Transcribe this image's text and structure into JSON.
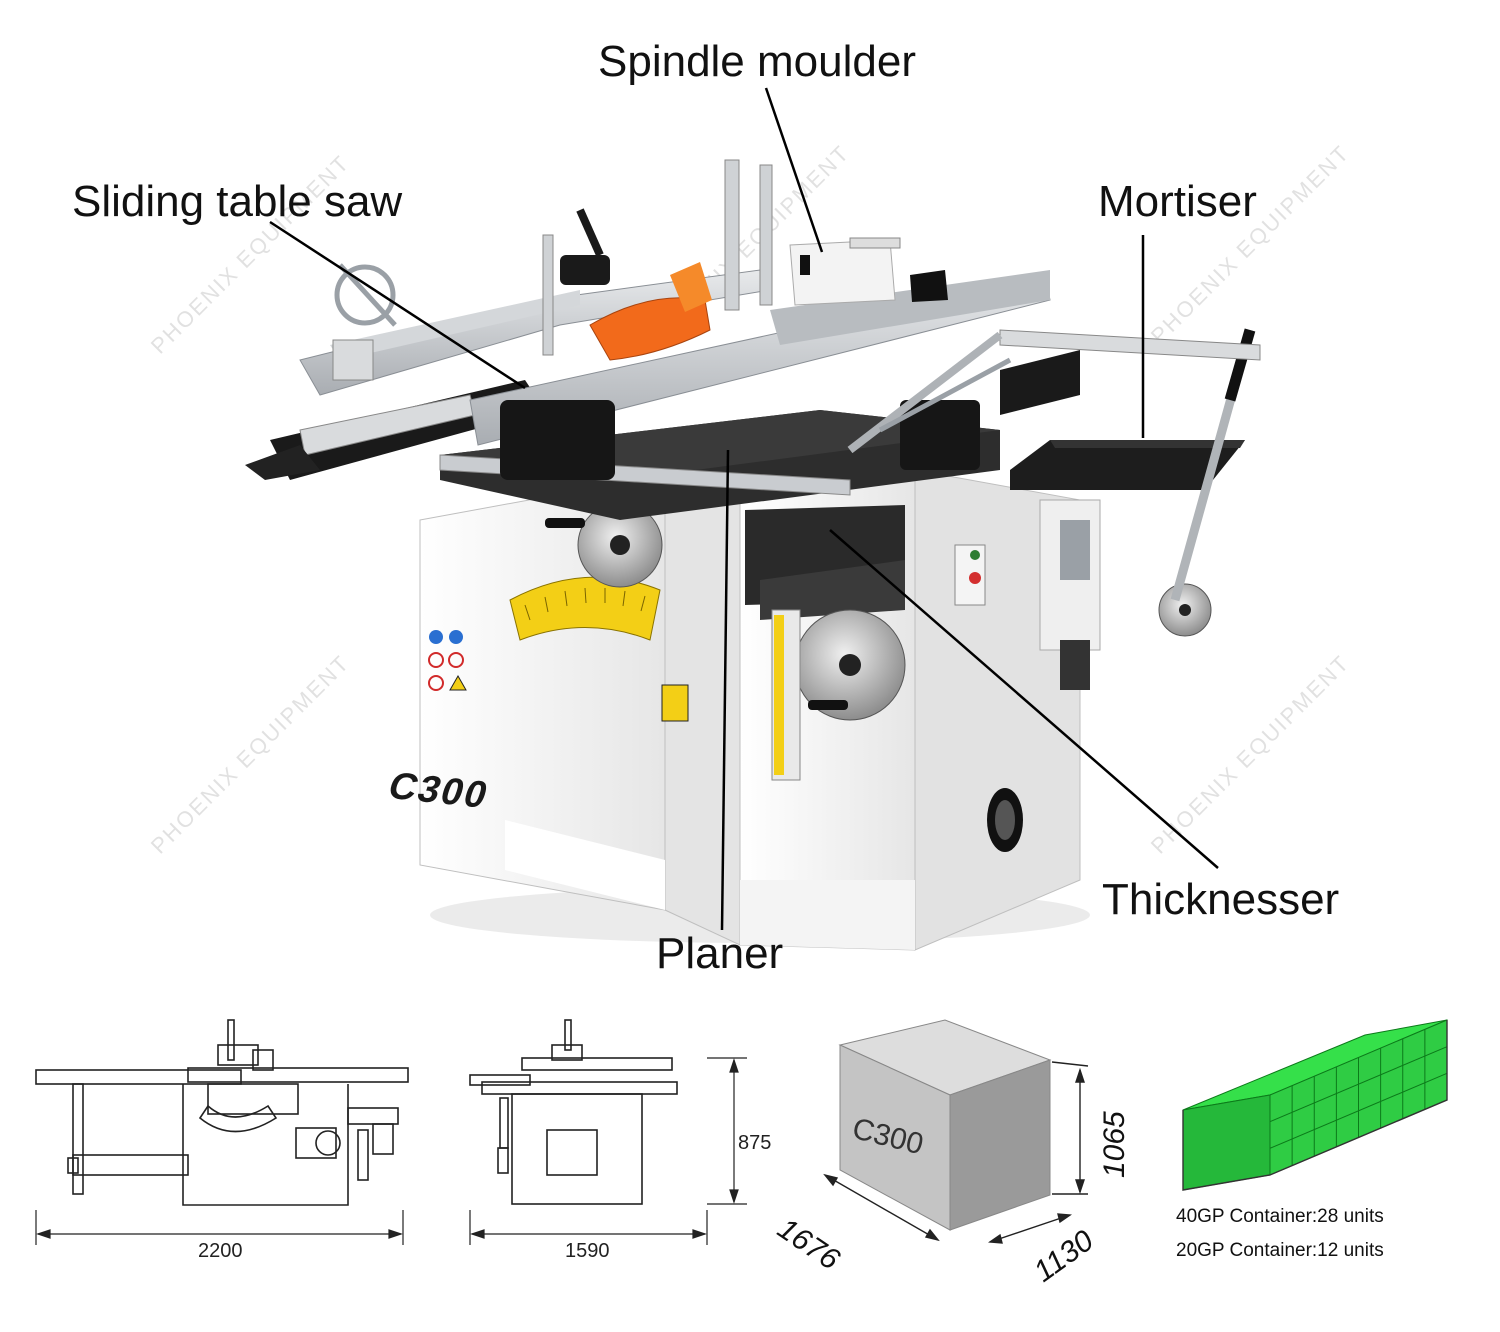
{
  "callouts": {
    "spindle_moulder": "Spindle moulder",
    "sliding_table_saw": "Sliding table saw",
    "mortiser": "Mortiser",
    "thicknesser": "Thicknesser",
    "planer": "Planer"
  },
  "machine": {
    "model_mark": "C300"
  },
  "watermark": "PHOENIX EQUIPMENT",
  "drawings": {
    "front_width": "2200",
    "side_depth": "1590",
    "side_height": "875"
  },
  "package": {
    "box_label": "C300",
    "length": "1676",
    "width": "1130",
    "height": "1065"
  },
  "container": {
    "line_40gp": "40GP Container:28 units",
    "line_20gp": "20GP Container:12 units"
  },
  "colors": {
    "machine_body": "#f3f3f3",
    "machine_dark": "#1a1a1a",
    "table_top": "#2d2d2d",
    "aluminium": "#c9ccd0",
    "guard_orange": "#f26a1b",
    "scale_yellow": "#f3cf16",
    "box_front": "#c4c4c4",
    "box_side": "#9a9a9a",
    "box_top": "#dddddd",
    "container_green": "#35e04a"
  }
}
